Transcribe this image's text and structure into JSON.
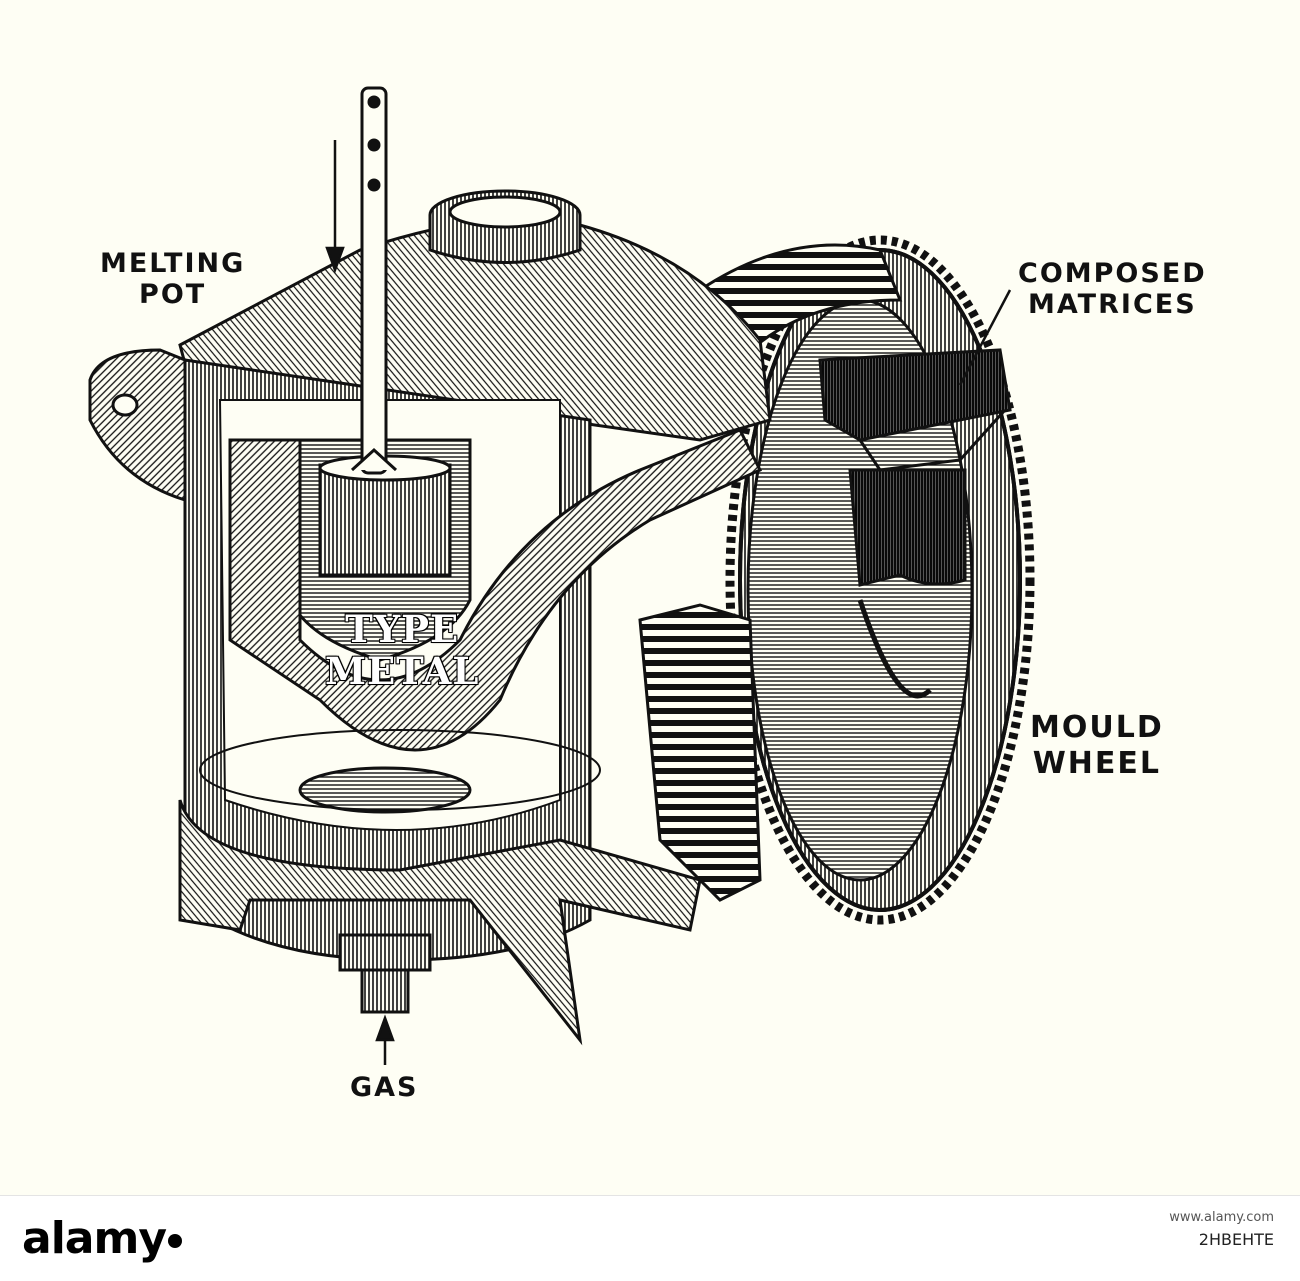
{
  "labels": {
    "melting_pot": [
      "MELTING",
      "POT"
    ],
    "composed_matrices": [
      "COMPOSED",
      "MATRICES"
    ],
    "type_metal": [
      "TYPE",
      "METAL"
    ],
    "mould_wheel": [
      "MOULD",
      "WHEEL"
    ],
    "gas": "GAS"
  },
  "footer": {
    "brand": "alamy",
    "image_id": "2HBEHTE",
    "site": "www.alamy.com"
  },
  "colors": {
    "ink": "#111111",
    "paper": "#fefef4",
    "footer": "#ffffff"
  }
}
